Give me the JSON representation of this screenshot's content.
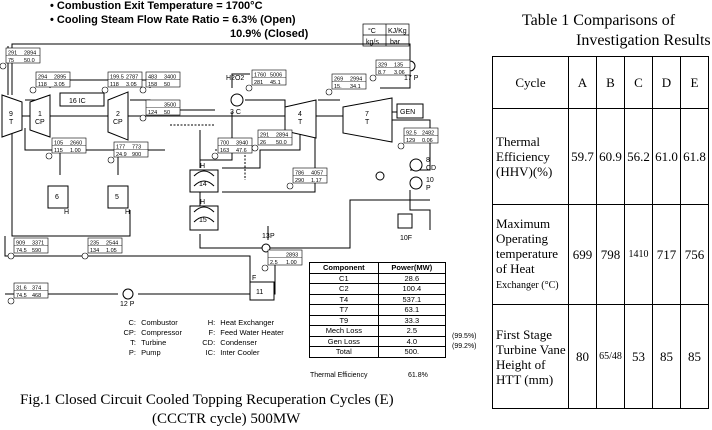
{
  "headlines": {
    "line1": "• Combustion Exit Temperature = 1700°C",
    "line2": "• Cooling Steam Flow Rate Ratio = 6.3% (Open)",
    "line3": "10.9% (Closed)"
  },
  "units": {
    "temp": "°C",
    "flow": "kg/s",
    "enthalpy": "KJ/Kg",
    "pressure": "bar"
  },
  "components": {
    "t9": "9",
    "t9_sub": "T",
    "cp1": "1",
    "cp1_sub": "CP",
    "ic16": "16 IC",
    "cp2": "2",
    "cp2_sub": "CP",
    "cc3": "3 C",
    "h2o2": "H2O2",
    "t4": "4",
    "t4_sub": "T",
    "t7": "7",
    "t7_sub": "T",
    "gen": "GEN",
    "cd8": "8",
    "cd8_sub": "CD",
    "p10": "10",
    "p10_sub": "P",
    "p17": "17 P",
    "hx6": "6",
    "hx6_sub": "H",
    "hx5": "5",
    "hx5_sub": "H",
    "hx14_top": "H",
    "hx14": "14",
    "hx15_top": "H",
    "hx15": "15",
    "f10": "10F",
    "p13": "13",
    "p13_sub": "P",
    "f11": "11",
    "f11_top": "F",
    "p12": "12 P"
  },
  "states": [
    {
      "id": "s1",
      "a": "291",
      "b": "2894",
      "c": "75",
      "d": "50.0"
    },
    {
      "id": "s2",
      "a": "294",
      "b": "2895",
      "c": "118",
      "d": "3.05"
    },
    {
      "id": "s3",
      "a": "199.5",
      "b": "2787",
      "c": "118",
      "d": "3.05"
    },
    {
      "id": "s4",
      "a": "483",
      "b": "3400",
      "c": "158",
      "d": "50"
    },
    {
      "id": "s5",
      "a": "",
      "b": "3500",
      "c": "124",
      "d": "50"
    },
    {
      "id": "s6",
      "a": "1760",
      "b": "5006",
      "c": "281",
      "d": "45.1"
    },
    {
      "id": "s7",
      "a": "269",
      "b": "2994",
      "c": "15.",
      "d": "34.1"
    },
    {
      "id": "s8",
      "a": "329",
      "b": "135",
      "c": "8.7",
      "d": "3.06"
    },
    {
      "id": "s9",
      "a": "92.5",
      "b": "2482",
      "c": "129",
      "d": "0.06"
    },
    {
      "id": "s10",
      "a": "105",
      "b": "2660",
      "c": "115",
      "d": "1.00"
    },
    {
      "id": "s11",
      "a": "177",
      "b": "773",
      "c": "24.9",
      "d": "900"
    },
    {
      "id": "s12",
      "a": "700",
      "b": "3940",
      "c": "163",
      "d": "47.6"
    },
    {
      "id": "s13",
      "a": "291",
      "b": "2894",
      "c": "26",
      "d": "50.0"
    },
    {
      "id": "s14",
      "a": "786",
      "b": "4057",
      "c": "290",
      "d": "1.17"
    },
    {
      "id": "s15",
      "a": "909",
      "b": "3371",
      "c": "74.5",
      "d": "590"
    },
    {
      "id": "s16",
      "a": "235",
      "b": "2544",
      "c": "134",
      "d": "1.05"
    },
    {
      "id": "s17",
      "a": "",
      "b": "2893",
      "c": "2.5",
      "d": "1.00"
    },
    {
      "id": "s18",
      "a": "31.6",
      "b": "374",
      "c": "74.5",
      "d": "468"
    }
  ],
  "power_table": {
    "head": [
      "Component",
      "Power(MW)"
    ],
    "rows": [
      [
        "C1",
        "28.6"
      ],
      [
        "C2",
        "100.4"
      ],
      [
        "T4",
        "537.1"
      ],
      [
        "T7",
        "63.1"
      ],
      [
        "T9",
        "33.3"
      ],
      [
        "Mech Loss",
        "2.5"
      ],
      [
        "Gen Loss",
        "4.0"
      ],
      [
        "Total",
        "500."
      ]
    ],
    "mech_pct": "(99.5%)",
    "gen_pct": "(99.2%)",
    "eff_label": "Thermal Efficiency",
    "eff_value": "61.8%"
  },
  "legend": [
    {
      "k": "C:",
      "v": "Combustor",
      "k2": "H:",
      "v2": "Heat Exchanger"
    },
    {
      "k": "CP:",
      "v": "Compressor",
      "k2": "F:",
      "v2": "Feed Water Heater"
    },
    {
      "k": "T:",
      "v": "Turbine",
      "k2": "CD:",
      "v2": "Condenser"
    },
    {
      "k": "P:",
      "v": "Pump",
      "k2": "IC:",
      "v2": "Inter Cooler"
    }
  ],
  "fig_caption": {
    "line1": "Fig.1  Closed Circuit Cooled Topping Recuperation Cycles (E)",
    "line2": "(CCCTR cycle) 500MW"
  },
  "table_caption": {
    "line1": "Table 1  Comparisons of",
    "line2": "Investigation Results"
  },
  "comparison_table": {
    "head": [
      "Cycle",
      "A",
      "B",
      "C",
      "D",
      "E"
    ],
    "rows": [
      {
        "label": "Thermal Efficiency (HHV)(%)",
        "values": [
          "59.7",
          "60.9",
          "56.2",
          "61.0",
          "61.8"
        ]
      },
      {
        "label": "Maximum Operating temperature of Heat",
        "label_small": "Exchanger (°C)",
        "values": [
          "699",
          "798",
          "1410",
          "717",
          "756"
        ]
      },
      {
        "label": "First Stage Turbine Vane Height of HTT (mm)",
        "values": [
          "80",
          "65/48",
          "53",
          "85",
          "85"
        ]
      }
    ]
  }
}
